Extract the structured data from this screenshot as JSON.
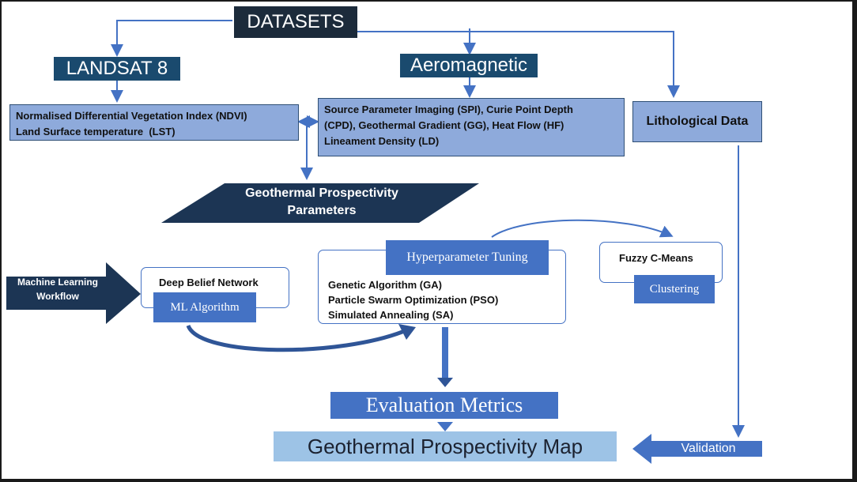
{
  "datasets": {
    "title": "DATASETS"
  },
  "landsat": {
    "title": "LANDSAT 8",
    "params": [
      "Normalised Differential Vegetation Index (NDVI)",
      "Land Surface temperature  (LST)"
    ]
  },
  "aeromagnetic": {
    "title": "Aeromagnetic",
    "params": [
      "Source Parameter Imaging (SPI), Curie Point Depth",
      "(CPD), Geothermal Gradient (GG), Heat Flow (HF)",
      "Lineament Density (LD)"
    ]
  },
  "lithological": {
    "title": "Lithological Data"
  },
  "prospectivity_params": {
    "line1": "Geothermal Prospectivity",
    "line2": "Parameters"
  },
  "ml_workflow": {
    "line1": "Machine Learning",
    "line2": "Workflow"
  },
  "dbn": {
    "title": "Deep Belief Network",
    "tag": "ML Algorithm"
  },
  "hyper": {
    "tag": "Hyperparameter Tuning",
    "items": [
      "Genetic Algorithm (GA)",
      "Particle Swarm Optimization (PSO)",
      "Simulated Annealing (SA)"
    ]
  },
  "fcm": {
    "title": "Fuzzy C-Means",
    "tag": "Clustering"
  },
  "evaluation": {
    "title": "Evaluation Metrics"
  },
  "map": {
    "title": "Geothermal Prospectivity Map"
  },
  "validation": {
    "title": "Validation"
  },
  "colors": {
    "dark_navy": "#1c2b3b",
    "navy": "#1a4a6e",
    "param_fill": "#8eaadb",
    "accent_blue": "#4472c4",
    "light_blue": "#9dc3e6",
    "connector": "#4472c4"
  }
}
